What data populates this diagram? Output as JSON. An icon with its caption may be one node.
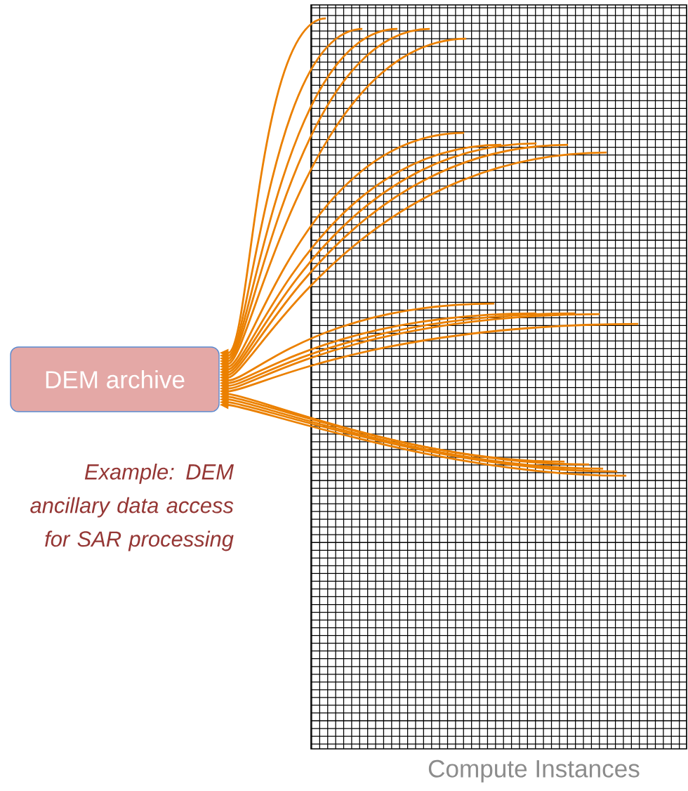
{
  "diagram": {
    "nodes": [
      {
        "text": [
          "DEM archive"
        ]
      },
      {
        "text": [
          "Compute Instances"
        ]
      }
    ],
    "edges": [
      {
        "from": 1,
        "to": 0,
        "arrow": "to"
      },
      {
        "from": 1,
        "to": 0,
        "arrow": "to"
      },
      {
        "from": 1,
        "to": 0,
        "arrow": "to"
      },
      {
        "from": 1,
        "to": 0,
        "arrow": "to"
      },
      {
        "from": 1,
        "to": 0,
        "arrow": "to"
      },
      {
        "from": 1,
        "to": 0,
        "arrow": "to"
      },
      {
        "from": 1,
        "to": 0,
        "arrow": "to"
      },
      {
        "from": 1,
        "to": 0,
        "arrow": "to"
      },
      {
        "from": 1,
        "to": 0,
        "arrow": "to"
      },
      {
        "from": 1,
        "to": 0,
        "arrow": "to"
      },
      {
        "from": 1,
        "to": 0,
        "arrow": "to"
      },
      {
        "from": 1,
        "to": 0,
        "arrow": "to"
      },
      {
        "from": 1,
        "to": 0,
        "arrow": "to"
      },
      {
        "from": 1,
        "to": 0,
        "arrow": "to"
      },
      {
        "from": 1,
        "to": 0,
        "arrow": "to"
      },
      {
        "from": 1,
        "to": 0,
        "arrow": "to"
      },
      {
        "from": 1,
        "to": 0,
        "arrow": "to"
      },
      {
        "from": 1,
        "to": 0,
        "arrow": "to"
      },
      {
        "from": 1,
        "to": 0,
        "arrow": "to"
      },
      {
        "from": 1,
        "to": 0,
        "arrow": "to"
      }
    ],
    "labels": [
      "Example: DEM ancillary data access for SAR processing"
    ]
  }
}
